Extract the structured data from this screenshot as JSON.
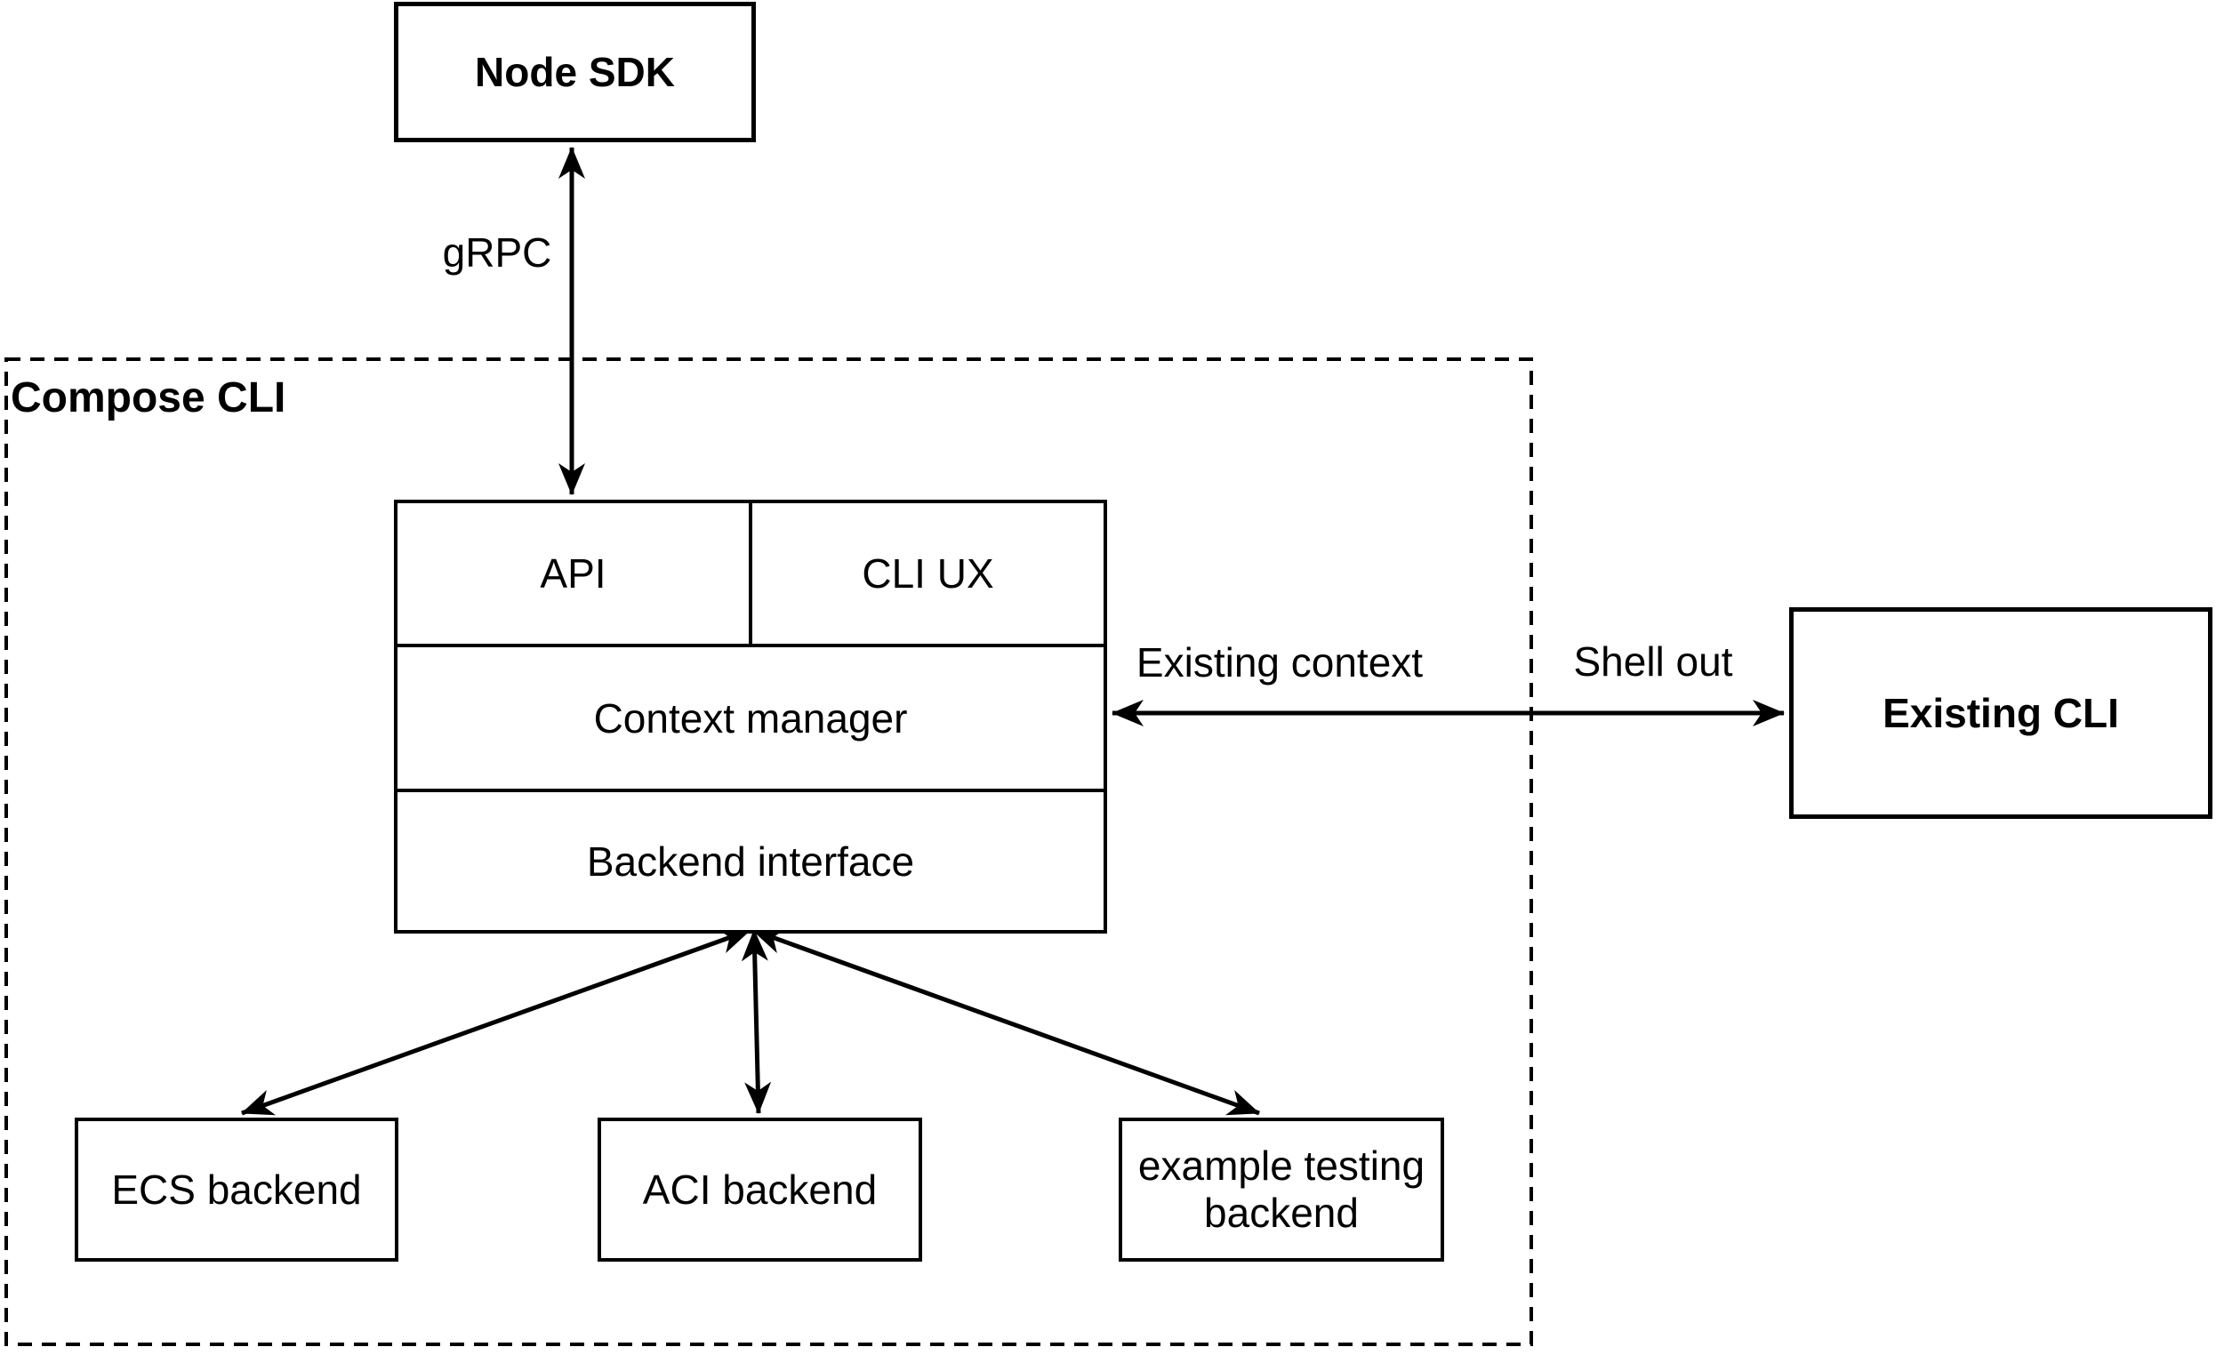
{
  "diagram_type": "architecture-diagram",
  "colors": {
    "ink": "#000000",
    "background": "#ffffff"
  },
  "container": {
    "label": "Compose CLI"
  },
  "nodes": {
    "node_sdk": {
      "label": "Node SDK"
    },
    "api": {
      "label": "API"
    },
    "cli_ux": {
      "label": "CLI UX"
    },
    "context_manager": {
      "label": "Context manager"
    },
    "backend_interface": {
      "label": "Backend interface"
    },
    "existing_cli": {
      "label": "Existing CLI"
    },
    "ecs_backend": {
      "label": "ECS backend"
    },
    "aci_backend": {
      "label": "ACI backend"
    },
    "example_testing_backend": {
      "label": "example testing backend"
    }
  },
  "edges": [
    {
      "id": "grpc",
      "label": "gRPC",
      "from": "node_sdk",
      "to": "api",
      "style": "double-arrow"
    },
    {
      "id": "context-shell",
      "label_context": "Existing context",
      "label_shell": "Shell out",
      "from": "context_manager",
      "to": "existing_cli",
      "style": "double-arrow"
    },
    {
      "id": "backend-ecs",
      "from": "backend_interface",
      "to": "ecs_backend",
      "style": "double-arrow"
    },
    {
      "id": "backend-aci",
      "from": "backend_interface",
      "to": "aci_backend",
      "style": "double-arrow"
    },
    {
      "id": "backend-example",
      "from": "backend_interface",
      "to": "example_testing_backend",
      "style": "double-arrow"
    }
  ]
}
